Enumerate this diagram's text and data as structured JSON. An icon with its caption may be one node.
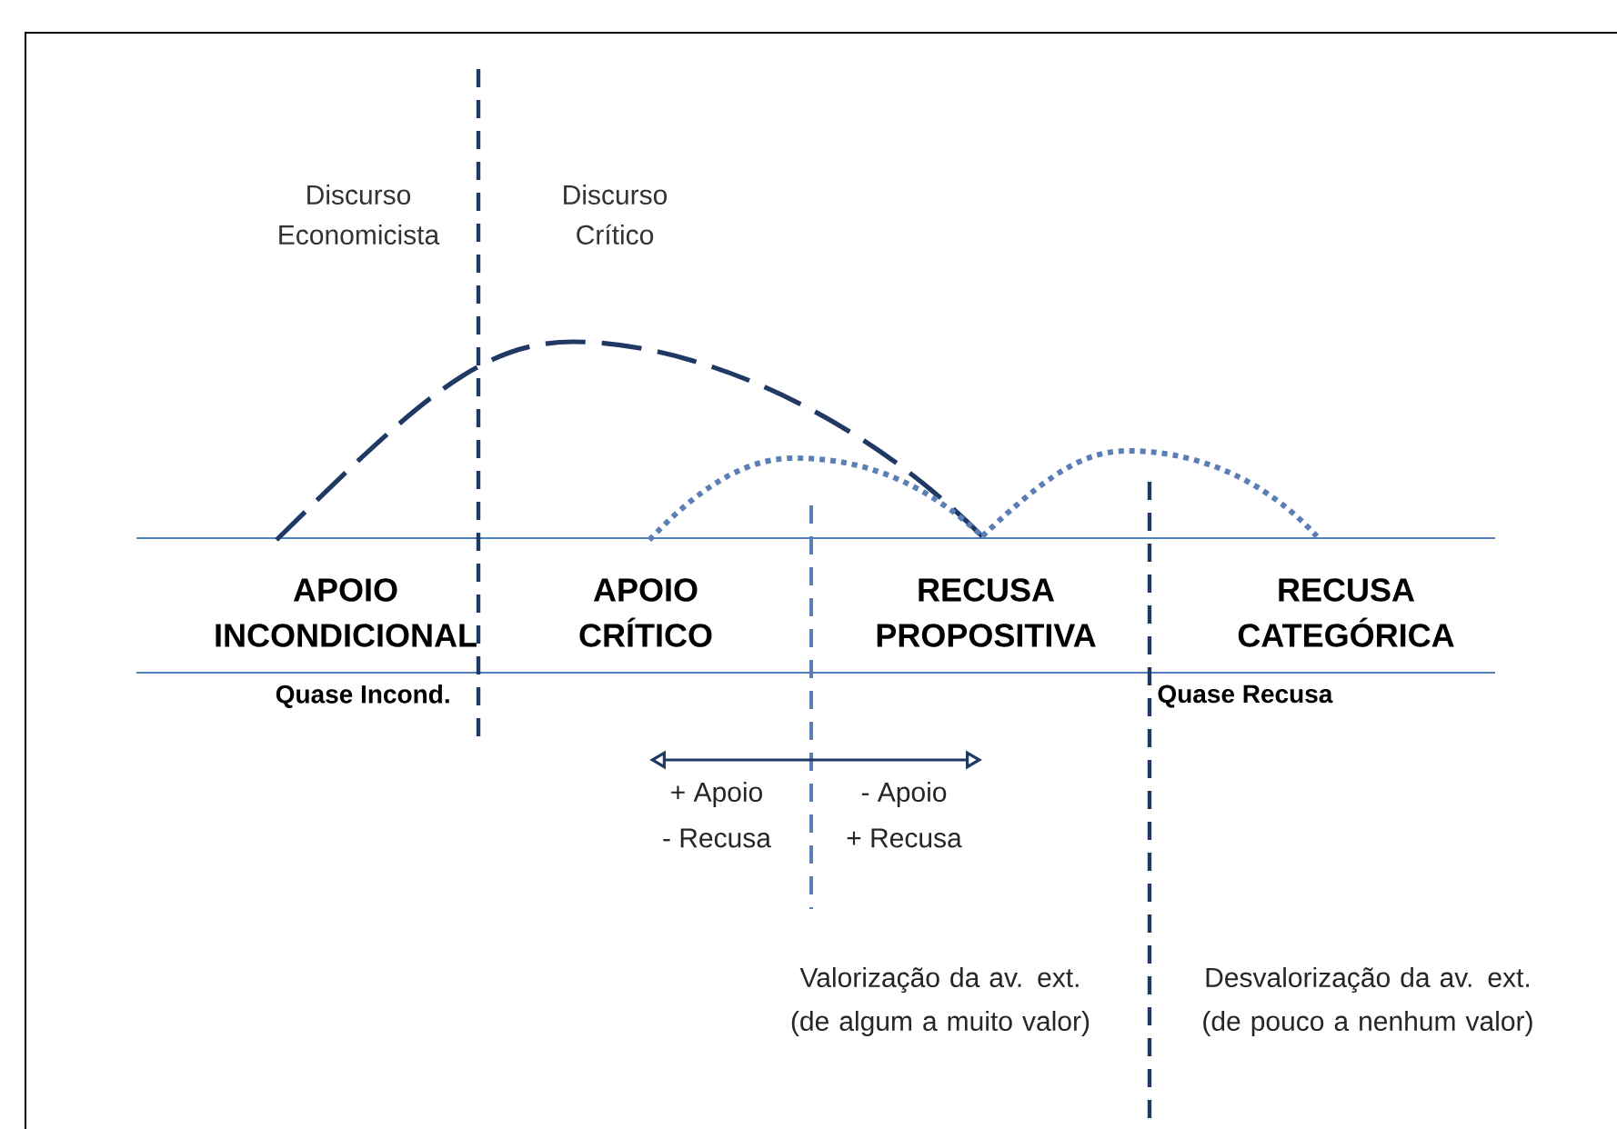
{
  "diagram": {
    "labels": [
      "Discurso Economicista",
      "Discurso Crítico",
      "APOIO INCONDICIONAL",
      "APOIO CRÍTICO",
      "RECUSA PROPOSITIVA",
      "RECUSA CATEGÓRICA",
      "Quase Incond.",
      "Quase Recusa",
      "+ Apoio",
      "- Apoio",
      "- Recusa",
      "+ Recusa",
      "Valorização da av. ext. (de algum a muito valor)",
      "Desvalorização da av. ext. (de pouco a nenhum valor)"
    ]
  }
}
